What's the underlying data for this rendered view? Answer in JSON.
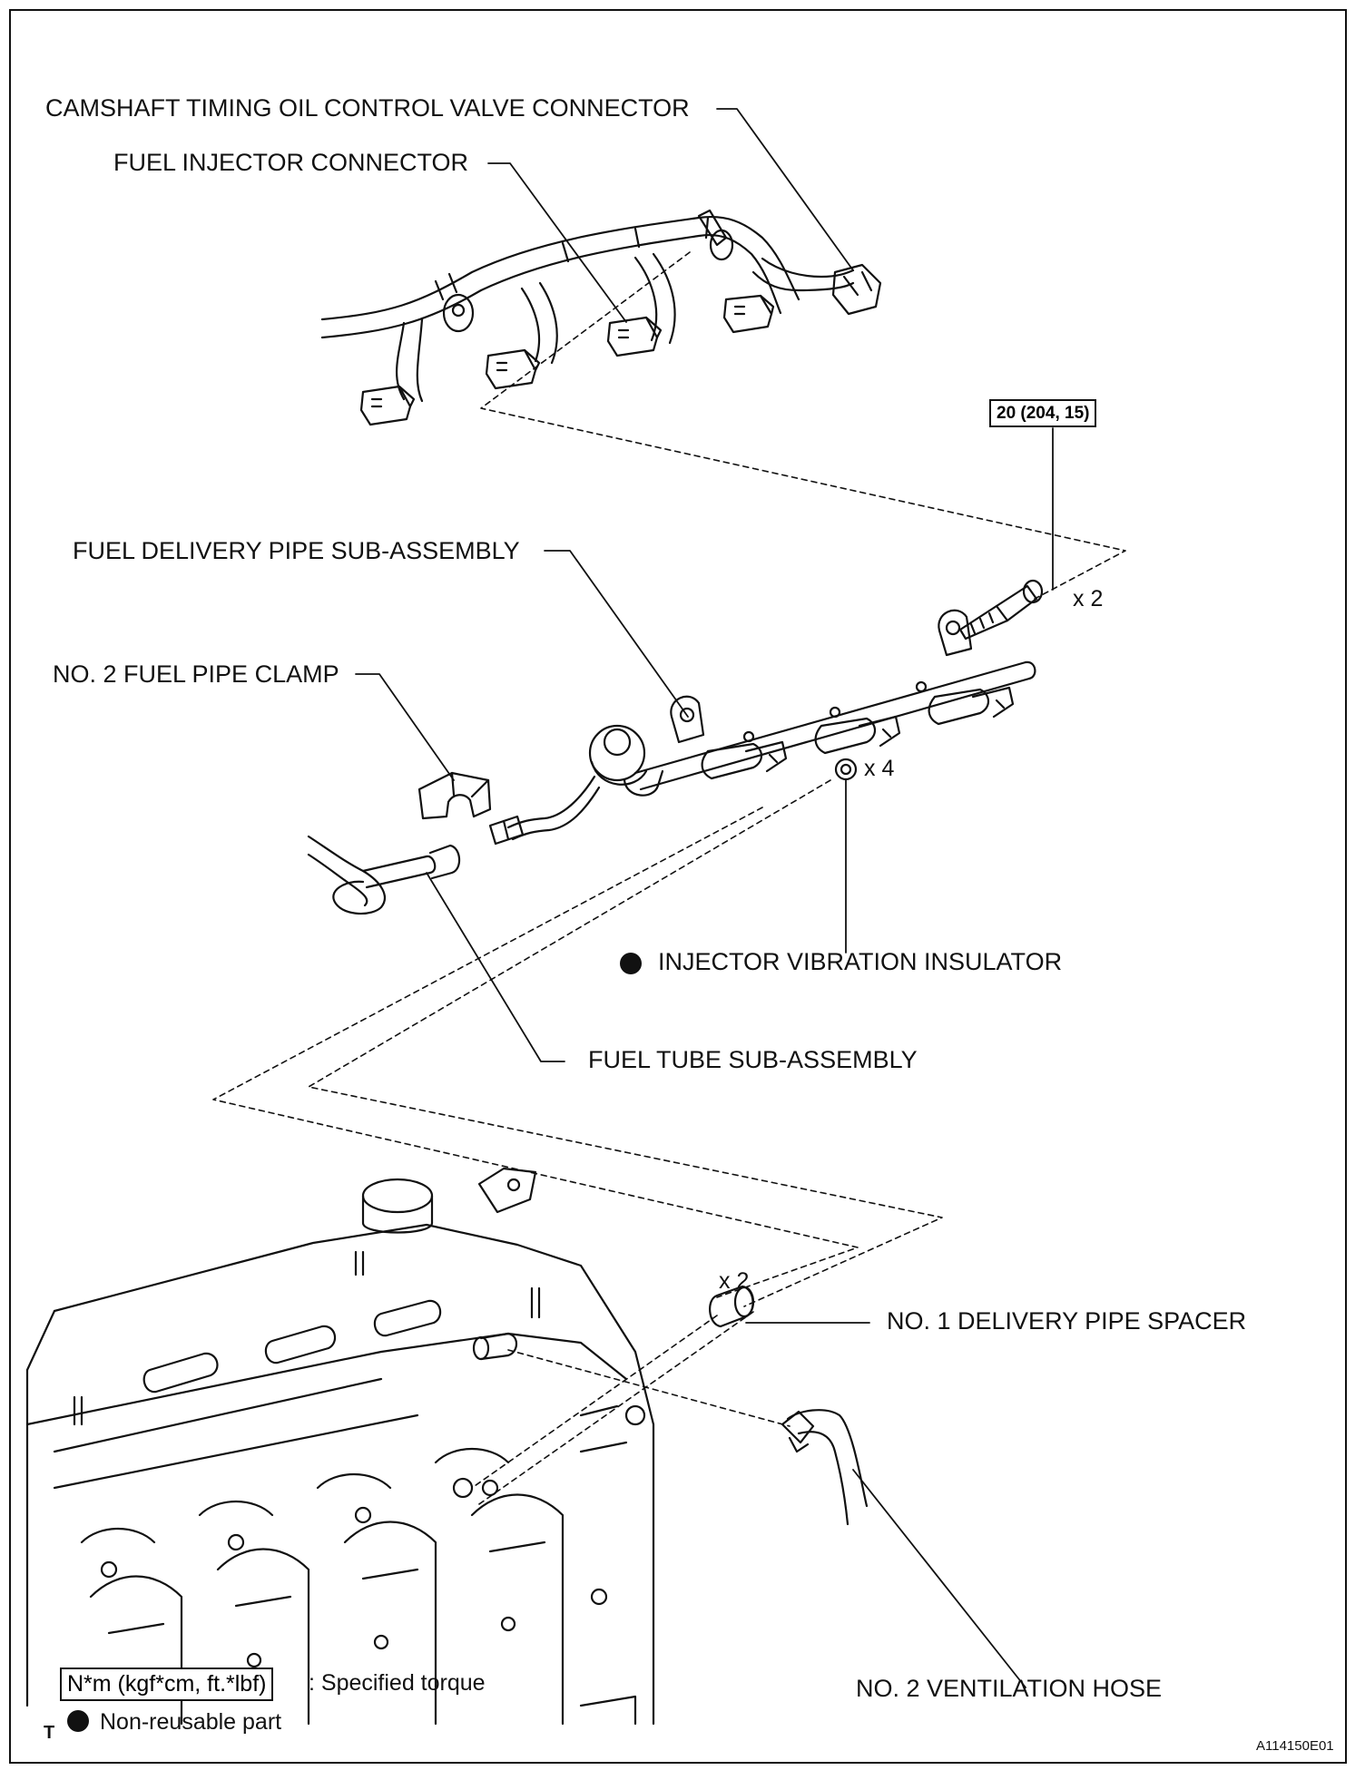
{
  "labels": {
    "camshaft_connector": "CAMSHAFT TIMING OIL CONTROL VALVE CONNECTOR",
    "fuel_injector_connector": "FUEL INJECTOR CONNECTOR",
    "fuel_delivery_pipe": "FUEL DELIVERY PIPE SUB-ASSEMBLY",
    "fuel_pipe_clamp": "NO. 2 FUEL PIPE CLAMP",
    "injector_insulator": "INJECTOR VIBRATION INSULATOR",
    "fuel_tube": "FUEL TUBE SUB-ASSEMBLY",
    "delivery_pipe_spacer": "NO. 1 DELIVERY PIPE SPACER",
    "ventilation_hose": "NO. 2 VENTILATION HOSE"
  },
  "torque": {
    "value": "20 (204, 15)"
  },
  "quantities": {
    "bolts": "x 2",
    "insulators": "x 4",
    "spacers": "x 2"
  },
  "legend": {
    "torque_units": "N*m (kgf*cm, ft.*lbf)",
    "torque_desc": ": Specified torque",
    "marker": "T",
    "nonreusable": "Non-reusable part"
  },
  "figure_code": "A114150E01",
  "colors": {
    "ink": "#111111",
    "background": "#ffffff"
  }
}
